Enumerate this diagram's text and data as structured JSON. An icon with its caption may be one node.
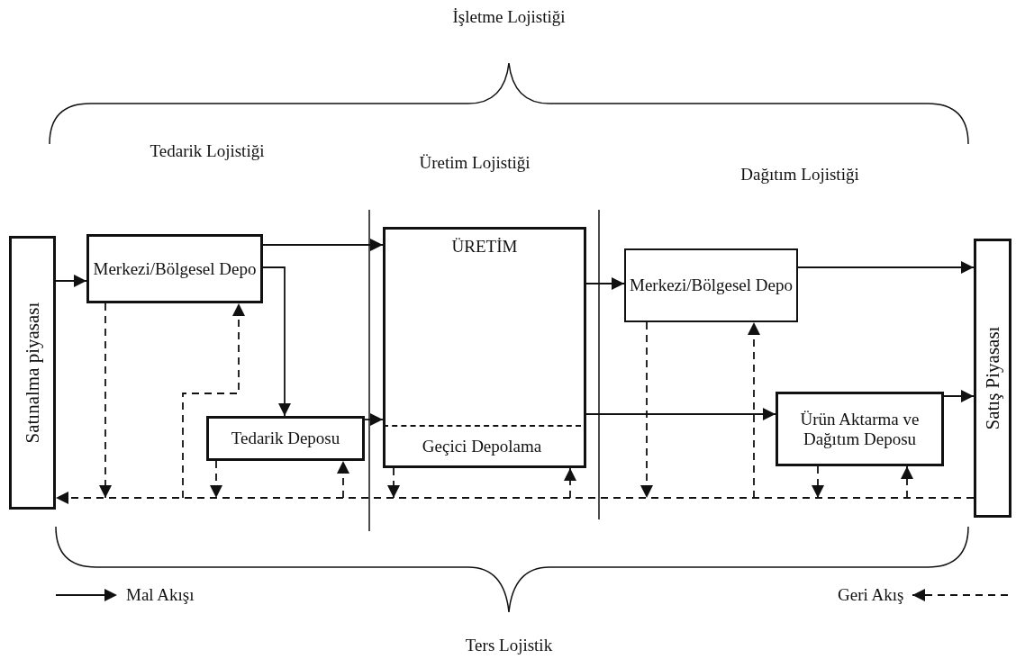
{
  "diagram": {
    "nodes": [
      {
        "text": [
          "Satınalma piyasası"
        ]
      },
      {
        "text": [
          "Merkezi/Bölgesel Depo"
        ]
      },
      {
        "text": [
          "Tedarik Deposu"
        ]
      },
      {
        "text": [
          "ÜRETİM"
        ]
      },
      {
        "text": [
          "Geçici Depolama"
        ],
        "in": 3
      },
      {
        "text": [
          "Merkezi/Bölgesel Depo"
        ]
      },
      {
        "text": [
          "Ürün Aktarma ve Dağıtım Deposu"
        ]
      },
      {
        "text": [
          "Satış Piyasası"
        ]
      }
    ],
    "edges": [
      {
        "from": 0,
        "to": 1,
        "arrow": "to"
      },
      {
        "from": 1,
        "to": 3,
        "arrow": "to"
      },
      {
        "from": 1,
        "to": 2,
        "arrow": "to"
      },
      {
        "from": 2,
        "to": 3,
        "arrow": "to"
      },
      {
        "from": 3,
        "to": 5,
        "arrow": "to"
      },
      {
        "from": 3,
        "to": 6,
        "arrow": "to"
      },
      {
        "from": 5,
        "to": 7,
        "arrow": "to"
      },
      {
        "from": 6,
        "to": 7,
        "arrow": "to"
      },
      {
        "from": 7,
        "to": 0,
        "arrow": "to",
        "style": "dashed"
      },
      {
        "from": 1,
        "to": null,
        "arrow": "to",
        "style": "dashed"
      },
      {
        "from": null,
        "to": 1,
        "arrow": "to",
        "style": "dashed"
      },
      {
        "from": 2,
        "to": null,
        "arrow": "to",
        "style": "dashed"
      },
      {
        "from": null,
        "to": 2,
        "arrow": "to",
        "style": "dashed"
      },
      {
        "from": 4,
        "to": null,
        "arrow": "to",
        "style": "dashed"
      },
      {
        "from": null,
        "to": 4,
        "arrow": "to",
        "style": "dashed"
      },
      {
        "from": 5,
        "to": null,
        "arrow": "to",
        "style": "dashed"
      },
      {
        "from": null,
        "to": 5,
        "arrow": "to",
        "style": "dashed"
      },
      {
        "from": 6,
        "to": null,
        "arrow": "to",
        "style": "dashed"
      },
      {
        "from": null,
        "to": 6,
        "arrow": "to",
        "style": "dashed"
      }
    ],
    "labels": [
      "İşletme Lojistiği",
      "Tedarik Lojistiği",
      "Üretim Lojistiği",
      "Dağıtım Lojistiği",
      "Ters Lojistik"
    ],
    "legend": [
      {
        "text": "Mal Akışı"
      },
      {
        "text": "Geri Akış"
      }
    ]
  }
}
